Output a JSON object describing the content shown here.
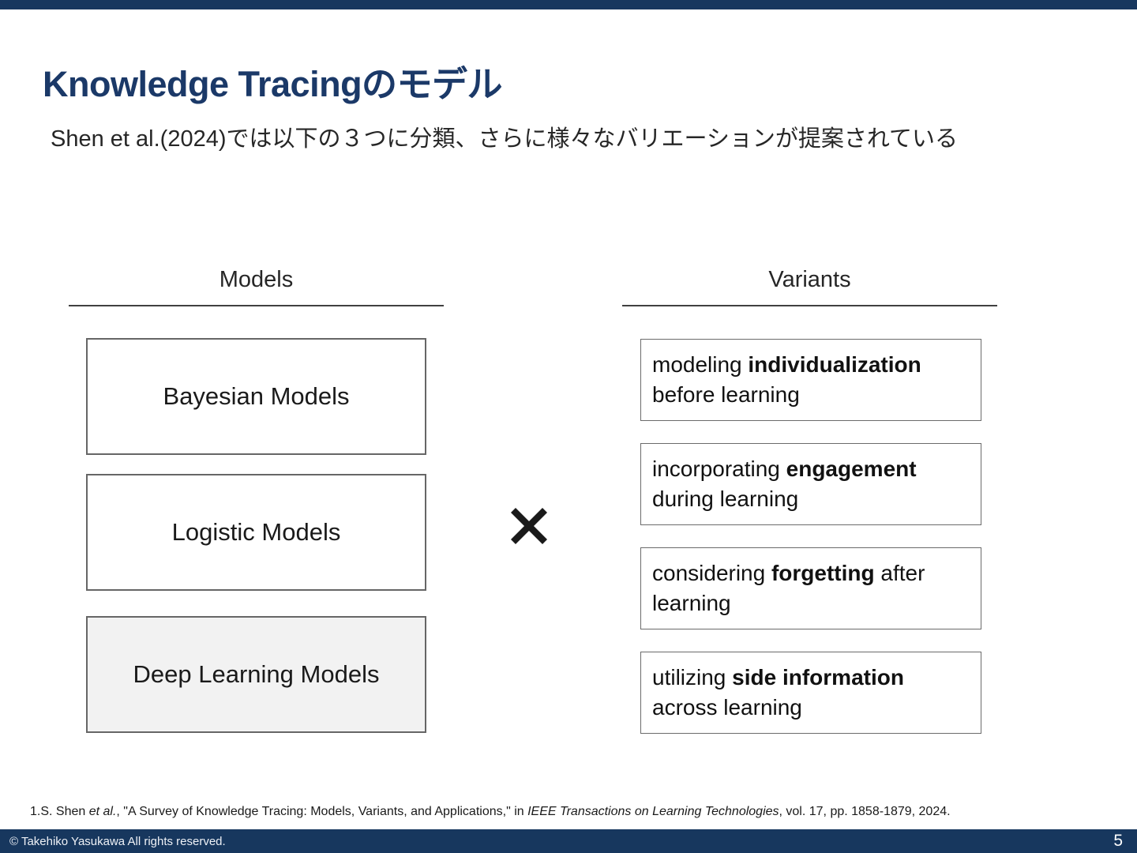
{
  "slide": {
    "title": "Knowledge Tracingのモデル",
    "subtitle": "Shen et al.(2024)では以下の３つに分類、さらに様々なバリエーションが提案されている",
    "multiplication_sign": "×",
    "accent_color": "#17375e",
    "title_color": "#1b3968",
    "highlight_box_color": "#f2f2f2"
  },
  "models": {
    "header": "Models",
    "boxes": [
      {
        "label": "Bayesian Models"
      },
      {
        "label": "Logistic Models"
      },
      {
        "label": "Deep Learning Models"
      }
    ]
  },
  "variants": {
    "header": "Variants",
    "boxes": [
      {
        "pre": "modeling ",
        "bold": "individualization",
        "post": "",
        "line2": "before learning"
      },
      {
        "pre": "incorporating ",
        "bold": "engagement",
        "post": "",
        "line2": "during learning"
      },
      {
        "pre": "considering ",
        "bold": "forgetting",
        "post": " after",
        "line2": "learning"
      },
      {
        "pre": "utilizing ",
        "bold": "side information",
        "post": "",
        "line2": "across learning"
      }
    ]
  },
  "footnote": {
    "parts": [
      {
        "text": "1.S. Shen "
      },
      {
        "text": "et al."
      },
      {
        "text": ", \"A Survey of Knowledge Tracing: Models, Variants, and Applications,\" in "
      },
      {
        "text": "IEEE Transactions on Learning Technologies"
      },
      {
        "text": ", vol. 17, pp. 1858-1879, 2024."
      }
    ]
  },
  "footer": {
    "copyright": "© Takehiko Yasukawa All rights reserved.",
    "page_number": "5"
  }
}
